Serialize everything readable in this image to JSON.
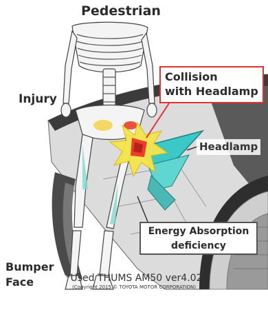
{
  "labels": {
    "pedestrian": "Pedestrian",
    "injury": "Injury",
    "bumper_line1": "Bumper",
    "bumper_line2": "Face",
    "collision_line1": "Collision",
    "collision_line2": "with Headlamp",
    "headlamp": "Headlamp",
    "energy_line1": "Energy Absorption",
    "energy_line2": "deficiency"
  },
  "footnote": {
    "main": "*Used THUMS AM50 ver4.02",
    "copyright": "(Copyright 2015 © TOYOTA MOTOR CORPORATION)"
  },
  "colors": {
    "callout_border": "#e53030",
    "headlamp": "#3cc8c8",
    "impact": "#e8402a",
    "burst": "#f5e64a"
  }
}
